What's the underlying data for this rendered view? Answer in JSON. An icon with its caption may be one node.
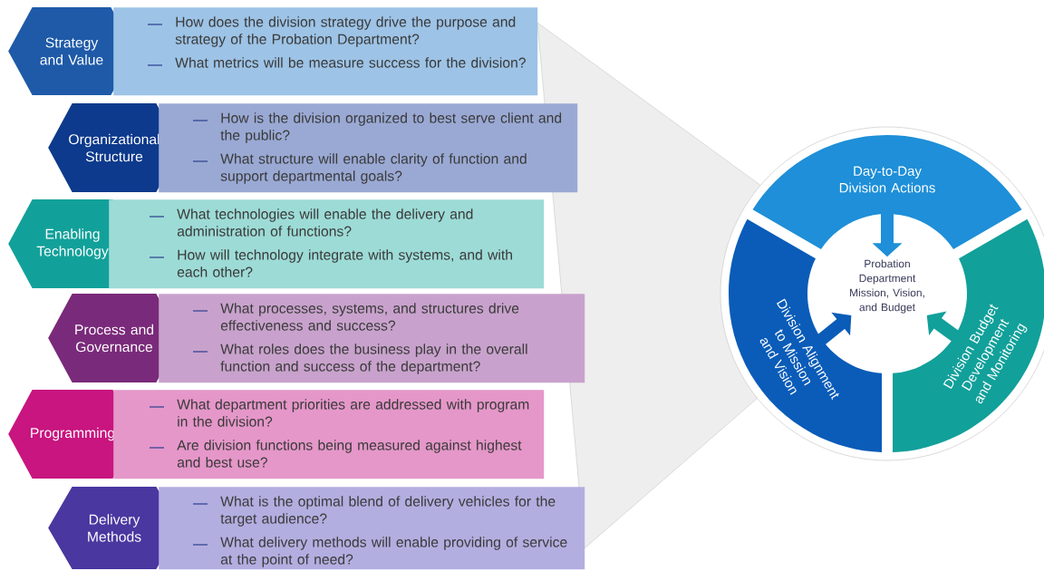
{
  "diagram": {
    "nodes": [
      {
        "text": [
          "Strategy and Value"
        ]
      },
      {
        "text": [
          "How does the division strategy drive the purpose and strategy of the Probation Department?",
          "What metrics will be measure success for the division?"
        ]
      },
      {
        "text": [
          "Organizational Structure"
        ]
      },
      {
        "text": [
          "How is the division organized to best serve client and the public?",
          "What structure will enable clarity of function and support departmental goals?"
        ]
      },
      {
        "text": [
          "Enabling Technology"
        ]
      },
      {
        "text": [
          "What technologies will enable the delivery and administration of functions?",
          "How will technology integrate with systems, and with each other?"
        ]
      },
      {
        "text": [
          "Process and Governance"
        ]
      },
      {
        "text": [
          "What processes, systems, and structures drive effectiveness and success?",
          "What roles does the business play in the overall function and success of the department?"
        ]
      },
      {
        "text": [
          "Programming"
        ]
      },
      {
        "text": [
          "What department priorities are addressed with program in the division?",
          "Are division functions being measured against highest and best use?"
        ]
      },
      {
        "text": [
          "Delivery Methods"
        ]
      },
      {
        "text": [
          "What is the optimal blend of delivery vehicles for the target audience?",
          "What delivery methods will enable providing of service at the point of need?"
        ]
      },
      {
        "text": [
          "Day-to-Day Division Actions"
        ]
      },
      {
        "text": [
          "Division Alignment to Mission and Vision"
        ]
      },
      {
        "text": [
          "Division Budget Development and Monitoring"
        ]
      },
      {
        "text": [
          "Probation Department Mission, Vision, and Budget"
        ]
      }
    ],
    "edges": [
      {
        "from": 12,
        "to": 15,
        "arrow": "to",
        "color": "#1e8fd8"
      },
      {
        "from": 13,
        "to": 15,
        "arrow": "to",
        "color": "#0a5cb8"
      },
      {
        "from": 14,
        "to": 15,
        "arrow": "to",
        "color": "#12a09a"
      }
    ]
  }
}
